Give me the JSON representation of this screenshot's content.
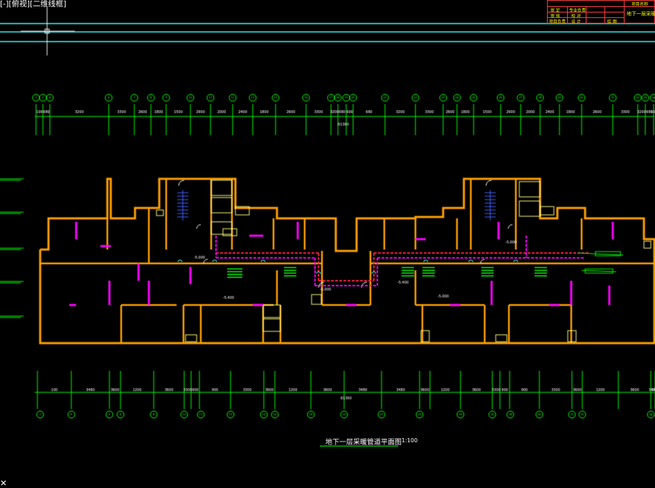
{
  "app": {
    "corner_label": "[-][俯视][二维线框]"
  },
  "title_block": {
    "cells": [
      "审 定",
      "审 核",
      "项目负责",
      "专业负责",
      "校 对",
      "设 计",
      "绘 图"
    ],
    "project_label": "项目名称",
    "drawing_name": "地下一层采暖"
  },
  "drawing": {
    "title": "地下一层采暖管道平面图",
    "scale": "1:100",
    "total_dim": "61300",
    "top_dims": [
      "100",
      "680",
      "3200",
      "3300",
      "2600",
      "1800",
      "1500",
      "2900",
      "2000",
      "2400",
      "1800",
      "2600",
      "3300",
      "3200",
      "680",
      "600",
      "680",
      "3200",
      "3300",
      "2600",
      "1800",
      "1500",
      "2900",
      "2000",
      "2400",
      "1800",
      "2600",
      "3300",
      "3200",
      "680",
      "100"
    ],
    "bottom_dims": [
      "100",
      "3480",
      "3600",
      "1200",
      "3600",
      "3300",
      "900",
      "900",
      "3300",
      "3600",
      "1200",
      "3600",
      "3480",
      "3480",
      "3600",
      "1200",
      "3600",
      "3300",
      "900",
      "900",
      "3300",
      "3600",
      "1200",
      "3600",
      "3480",
      "100"
    ],
    "top_axes": [
      "1-1",
      "1-2",
      "1-4",
      "1-6",
      "1-7",
      "1-8",
      "1-9",
      "1-10",
      "1-11",
      "1-12",
      "1-13",
      "1-15",
      "1-16",
      "1-17",
      "1-18",
      "1-19",
      "1-20",
      "1-21",
      "1-22",
      "1-23",
      "1-24",
      "1-25",
      "1-26",
      "1-27",
      "1-28",
      "1-29",
      "1-30",
      "1-31",
      "1-32",
      "1-33",
      "1-34"
    ],
    "bottom_axes": [
      "1-1",
      "1-3",
      "1-5",
      "1-6",
      "1-8",
      "1-10",
      "1-11",
      "1-13",
      "1-15",
      "1-16",
      "1-18",
      "1-20",
      "1-21",
      "1-23",
      "1-25",
      "1-26",
      "1-28",
      "1-30",
      "1-31",
      "1-32",
      "1-34"
    ],
    "level_labels": [
      "-5.000",
      "-5.000",
      "-5.400",
      "-5.400",
      "-5.000",
      "-5.000"
    ]
  }
}
